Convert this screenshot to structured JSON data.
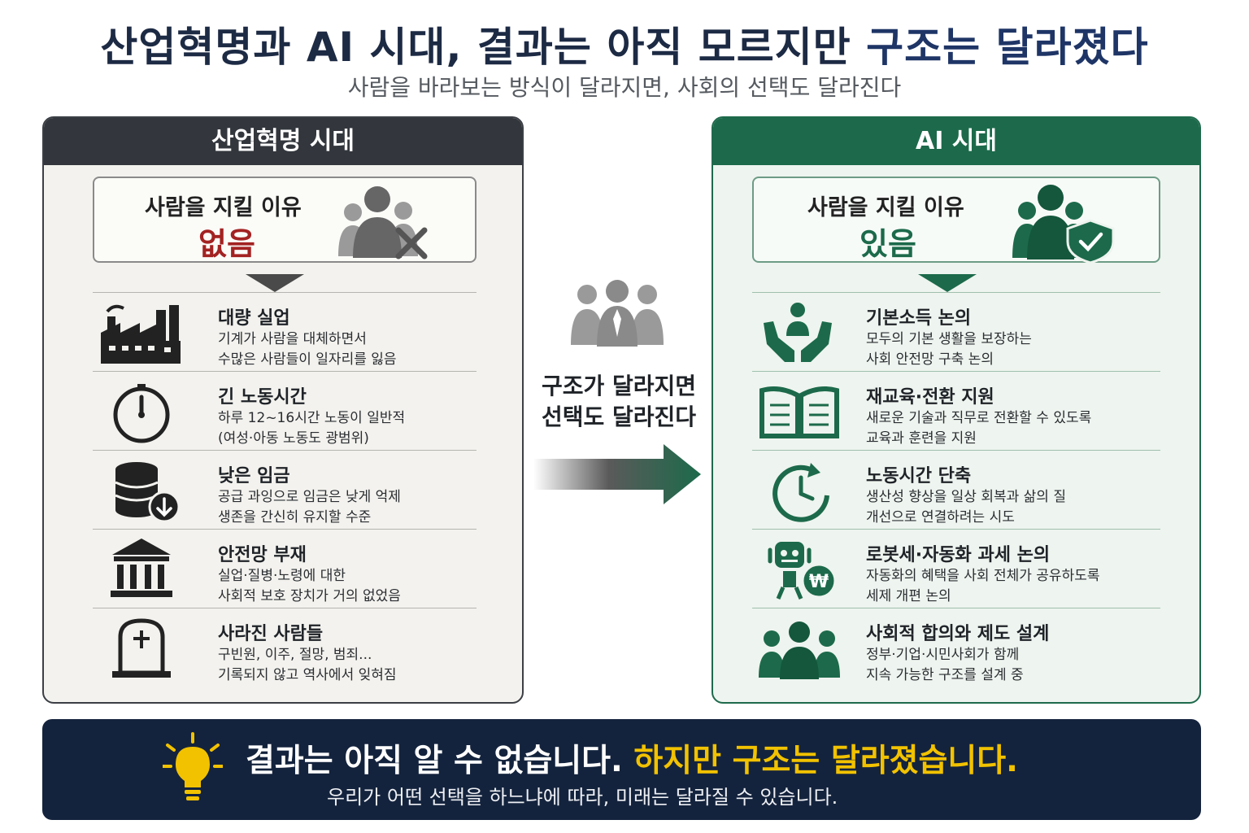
{
  "header": {
    "title_main": "산업혁명과 AI 시대, 결과는 아직 모르지만 ",
    "title_highlight": "구조는 달라졌다",
    "subtitle": "사람을 바라보는 방식이 달라지면, 사회의 선택도 달라진다"
  },
  "left_panel": {
    "heading": "산업혁명 시대",
    "reason_label": "사람을 지킬 이유",
    "reason_value": "없음",
    "rows": [
      {
        "title": "대량 실업",
        "line1": "기계가 사람을 대체하면서",
        "line2": "수많은 사람들이 일자리를 잃음",
        "icon": "factory-icon"
      },
      {
        "title": "긴 노동시간",
        "line1": "하루 12~16시간 노동이 일반적",
        "line2": "(여성·아동 노동도 광범위)",
        "icon": "clock-icon"
      },
      {
        "title": "낮은 임금",
        "line1": "공급 과잉으로 임금은 낮게 억제",
        "line2": "생존을 간신히 유지할 수준",
        "icon": "coins-down-icon"
      },
      {
        "title": "안전망 부재",
        "line1": "실업·질병·노령에 대한",
        "line2": "사회적 보호 장치가 거의 없었음",
        "icon": "institution-icon"
      },
      {
        "title": "사라진 사람들",
        "line1": "구빈원, 이주, 절망, 범죄...",
        "line2": "기록되지 않고 역사에서 잊혀짐",
        "icon": "gravestone-icon"
      }
    ]
  },
  "right_panel": {
    "heading": "AI 시대",
    "reason_label": "사람을 지킬 이유",
    "reason_value": "있음",
    "rows": [
      {
        "title": "기본소득 논의",
        "line1": "모두의 기본 생활을 보장하는",
        "line2": "사회 안전망 구축 논의",
        "icon": "caring-hands-icon"
      },
      {
        "title": "재교육·전환 지원",
        "line1": "새로운 기술과 직무로 전환할 수 있도록",
        "line2": "교육과 훈련을 지원",
        "icon": "open-book-icon"
      },
      {
        "title": "노동시간 단축",
        "line1": "생산성 향상을 일상 회복과 삶의 질",
        "line2": "개선으로 연결하려는 시도",
        "icon": "clock-refresh-icon"
      },
      {
        "title": "로봇세·자동화 과세 논의",
        "line1": "자동화의 혜택을 사회 전체가 공유하도록",
        "line2": "세제 개편 논의",
        "icon": "robot-won-icon"
      },
      {
        "title": "사회적 합의와 제도 설계",
        "line1": "정부·기업·시민사회가 함께",
        "line2": "지속 가능한 구조를 설계 중",
        "icon": "people-group-icon"
      }
    ]
  },
  "center": {
    "line1": "구조가 달라지면",
    "line2": "선택도 달라진다"
  },
  "banner": {
    "main_white": "결과는 아직 알 수 없습니다. ",
    "main_yellow": "하지만 구조는 달라졌습니다.",
    "sub": "우리가 어떤 선택을 하느냐에 따라, 미래는 달라질 수 있습니다."
  },
  "colors": {
    "navy": "#14233d",
    "dark_gray": "#33373d",
    "green": "#1c6a4b",
    "red": "#a32222",
    "yellow": "#f2c200"
  }
}
